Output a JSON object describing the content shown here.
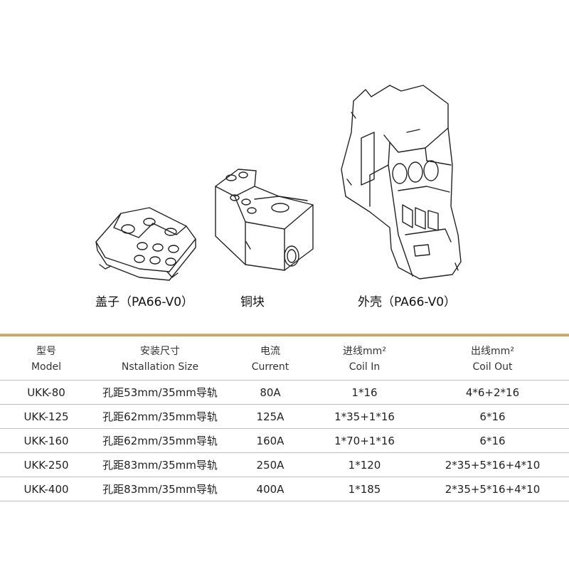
{
  "parts": [
    {
      "label": "盖子（PA66-V0）"
    },
    {
      "label": "铜块"
    },
    {
      "label": "外壳（PA66-V0）"
    }
  ],
  "table": {
    "headers": [
      {
        "cn": "型号",
        "en": "Model"
      },
      {
        "cn": "安装尺寸",
        "en": "Nstallation Size"
      },
      {
        "cn": "电流",
        "en": "Current"
      },
      {
        "cn": "进线mm²",
        "en": "Coil In"
      },
      {
        "cn": "出线mm²",
        "en": "Coil Out"
      }
    ],
    "rows": [
      {
        "model": "UKK-80",
        "size": "孔距53mm/35mm导轨",
        "current": "80A",
        "coil_in": "1*16",
        "coil_out": "4*6+2*16"
      },
      {
        "model": "UKK-125",
        "size": "孔距62mm/35mm导轨",
        "current": "125A",
        "coil_in": "1*35+1*16",
        "coil_out": "6*16"
      },
      {
        "model": "UKK-160",
        "size": "孔距62mm/35mm导轨",
        "current": "160A",
        "coil_in": "1*70+1*16",
        "coil_out": "6*16"
      },
      {
        "model": "UKK-250",
        "size": "孔距83mm/35mm导轨",
        "current": "250A",
        "coil_in": "1*120",
        "coil_out": "2*35+5*16+4*10"
      },
      {
        "model": "UKK-400",
        "size": "孔距83mm/35mm导轨",
        "current": "400A",
        "coil_in": "1*185",
        "coil_out": "2*35+5*16+4*10"
      }
    ]
  },
  "colors": {
    "accent_rule": "#c89a52",
    "row_divider": "#bdbdbd"
  }
}
